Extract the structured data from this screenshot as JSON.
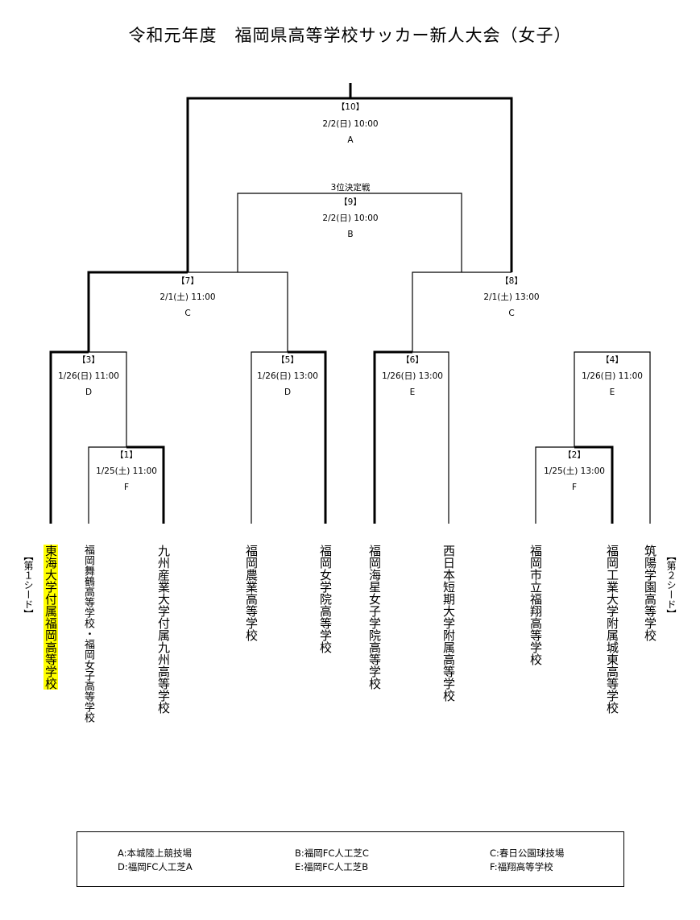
{
  "title": "令和元年度　福岡県高等学校サッカー新人大会（女子）",
  "matches": [
    {
      "no": "【10】",
      "date": "2/2(日) 10:00",
      "venue": "A"
    },
    {
      "no": "【9】",
      "date": "2/2(日) 10:00",
      "venue": "B",
      "label": "3位決定戦"
    },
    {
      "no": "【7】",
      "date": "2/1(土) 11:00",
      "venue": "C"
    },
    {
      "no": "【8】",
      "date": "2/1(土) 13:00",
      "venue": "C"
    },
    {
      "no": "【3】",
      "date": "1/26(日) 11:00",
      "venue": "D"
    },
    {
      "no": "【5】",
      "date": "1/26(日) 13:00",
      "venue": "D"
    },
    {
      "no": "【6】",
      "date": "1/26(日) 13:00",
      "venue": "E"
    },
    {
      "no": "【4】",
      "date": "1/26(日) 11:00",
      "venue": "E"
    },
    {
      "no": "【1】",
      "date": "1/25(土) 11:00",
      "venue": "F"
    },
    {
      "no": "【2】",
      "date": "1/25(土) 13:00",
      "venue": "F"
    }
  ],
  "teams": [
    "東海大学付属福岡高等学校",
    "福岡舞鶴高等学校・福岡女子高等学校",
    "九州産業大学付属九州高等学校",
    "福岡農業高等学校",
    "福岡女学院高等学校",
    "福岡海星女子学院高等学校",
    "西日本短期大学附属高等学校",
    "福岡市立福翔高等学校",
    "福岡工業大学附属城東高等学校",
    "筑陽学園高等学校"
  ],
  "seeds": {
    "first": "【第１シード】",
    "second": "【第２シード】"
  },
  "legend": [
    "A:本城陸上競技場",
    "B:福岡FC人工芝C",
    "C:春日公園球技場",
    "D:福岡FC人工芝A",
    "E:福岡FC人工芝B",
    "F:福翔高等学校"
  ],
  "colors": {
    "highlight": "#ffff00",
    "line": "#000000",
    "winner_line": "#000000"
  }
}
